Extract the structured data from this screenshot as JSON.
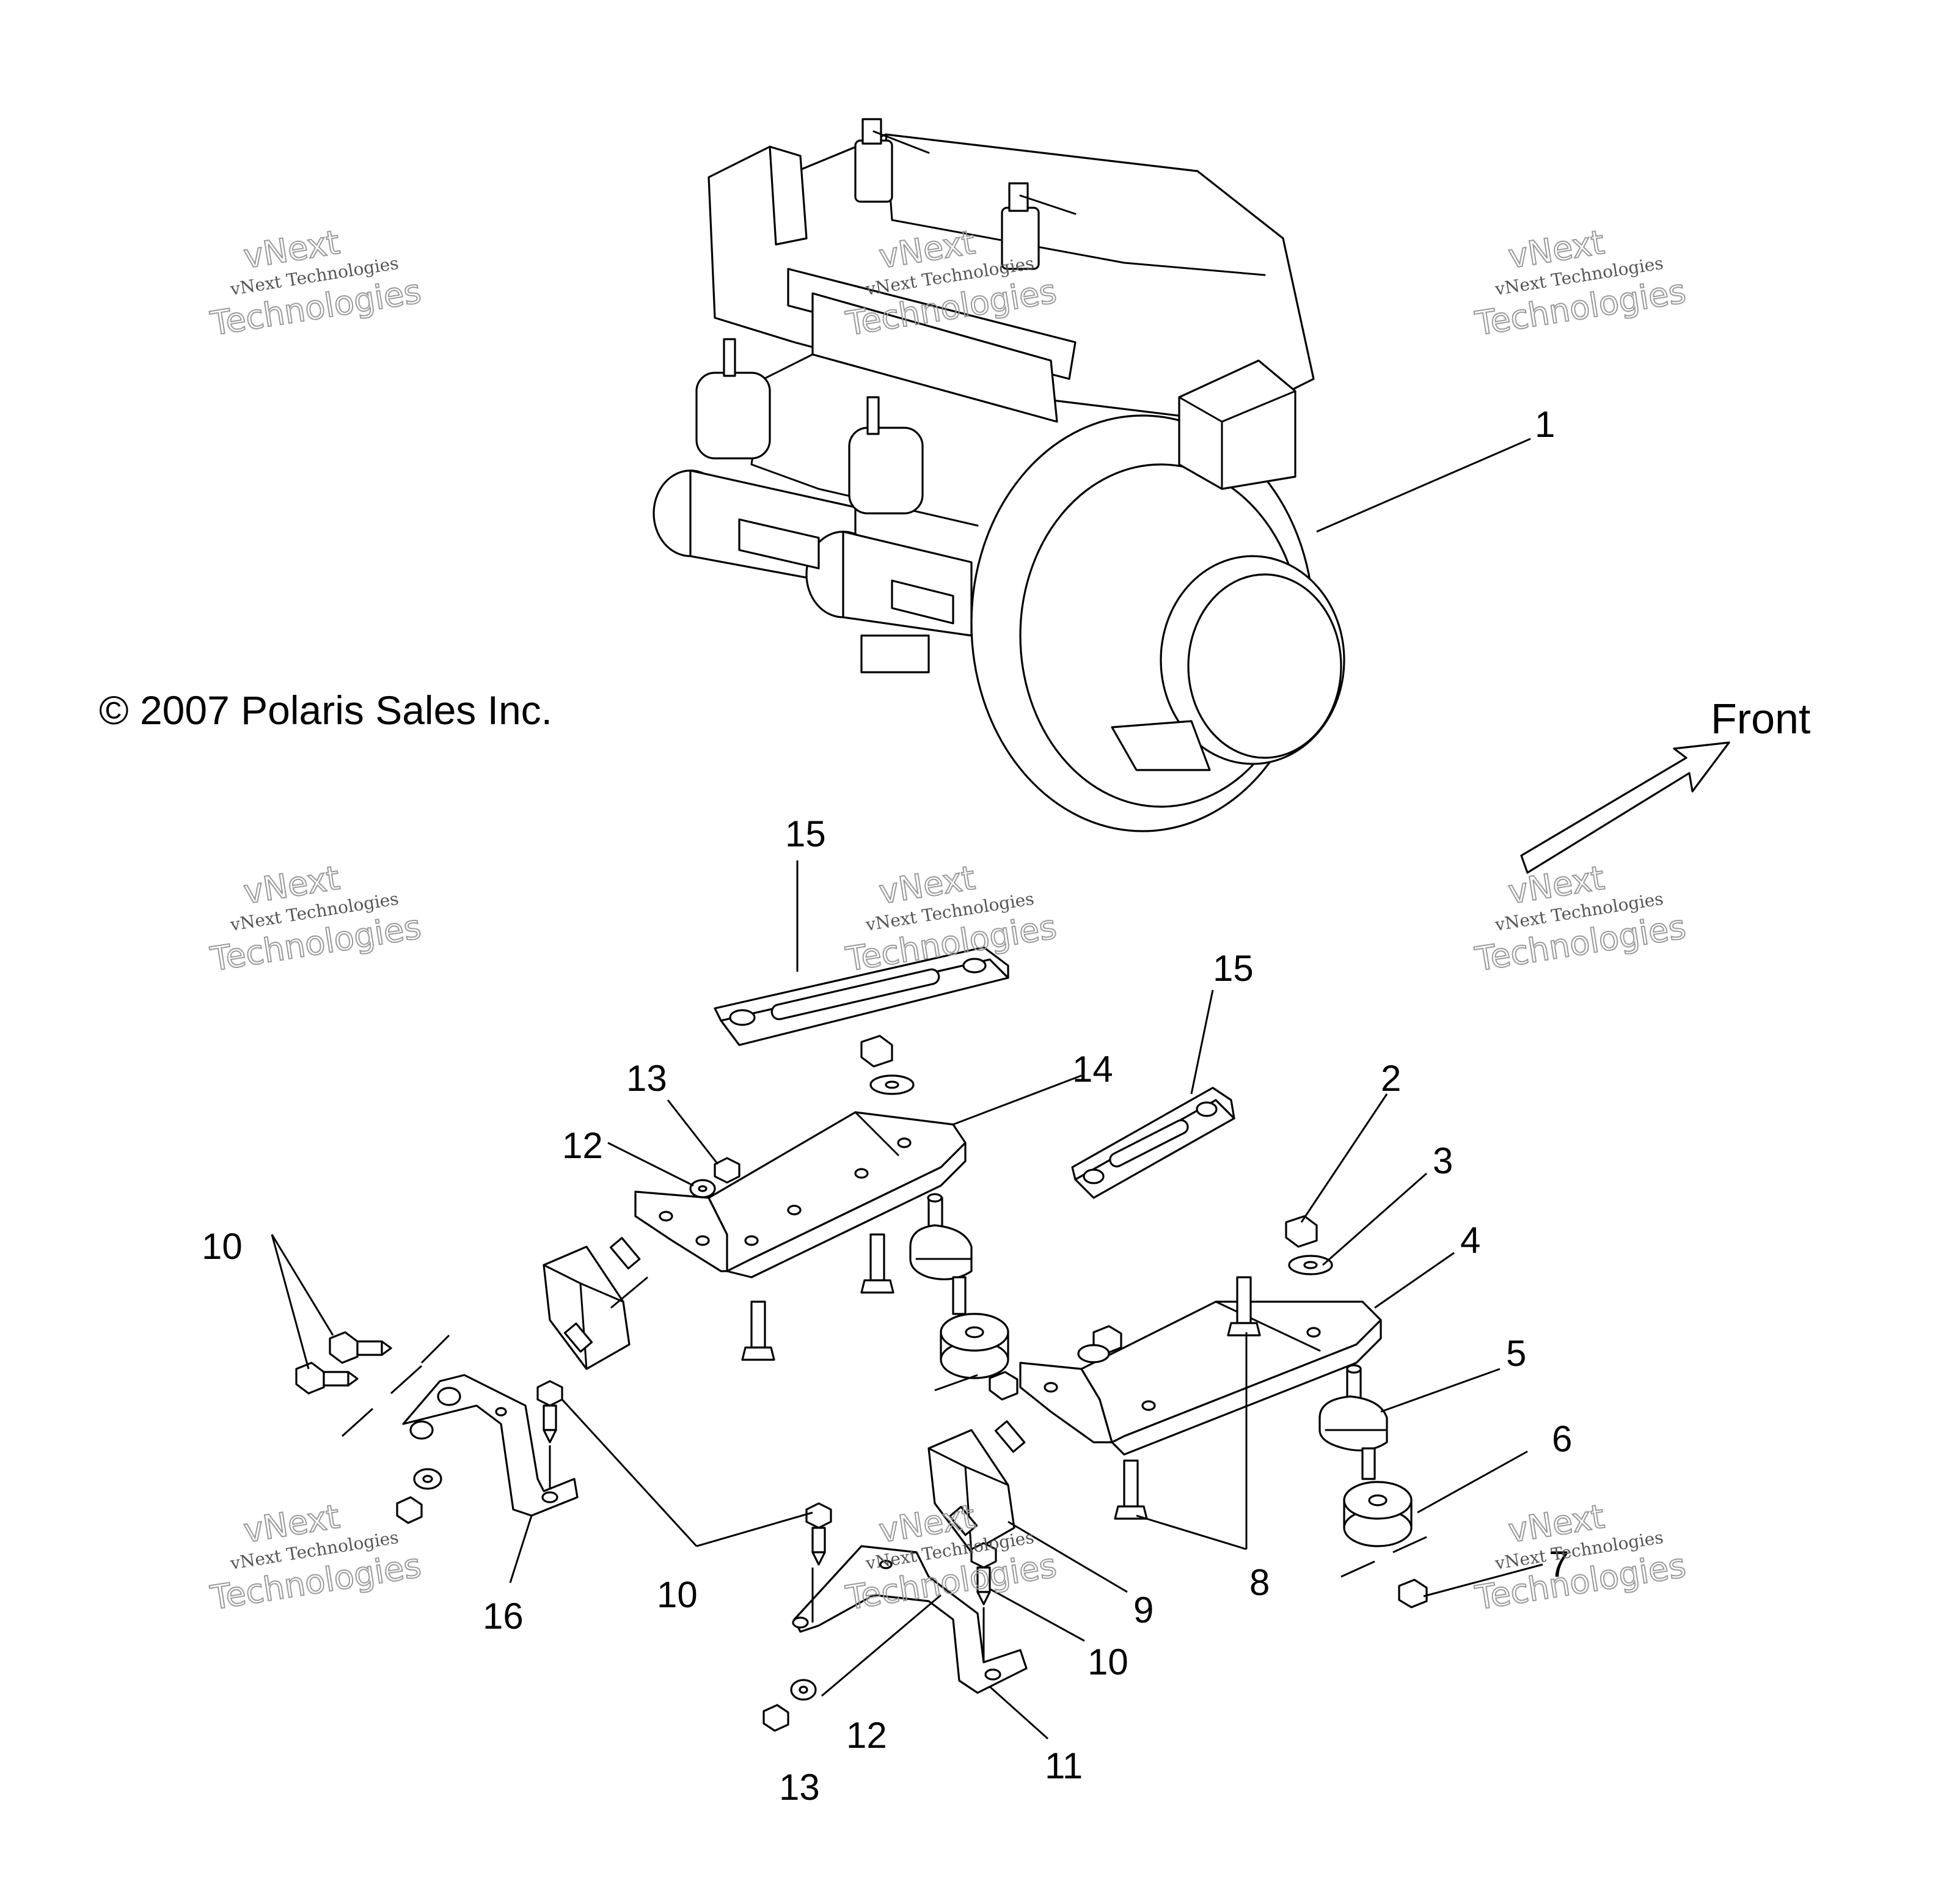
{
  "copyright": "© 2007 Polaris Sales Inc.",
  "front_label": "Front",
  "watermark": {
    "line1": "vNext Technologies",
    "line2": "vNext",
    "line3": "Technologies"
  },
  "callouts": {
    "c1": "1",
    "c2": "2",
    "c3": "3",
    "c4": "4",
    "c5": "5",
    "c6": "6",
    "c7": "7",
    "c8": "8",
    "c9": "9",
    "c10a": "10",
    "c10b": "10",
    "c10c": "10",
    "c11": "11",
    "c12a": "12",
    "c12b": "12",
    "c13a": "13",
    "c13b": "13",
    "c14": "14",
    "c15a": "15",
    "c15b": "15",
    "c16": "16"
  }
}
